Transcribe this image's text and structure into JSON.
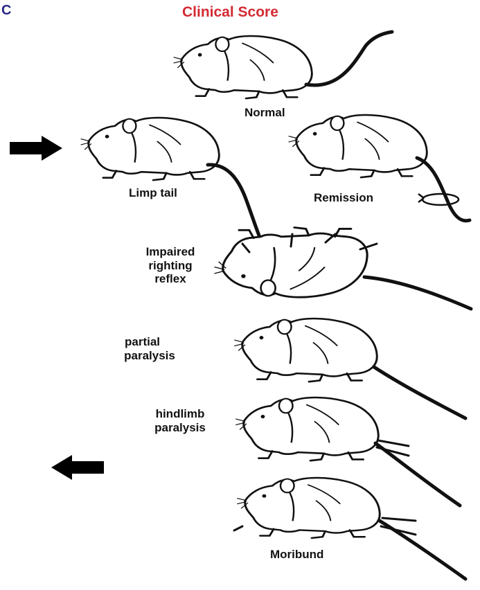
{
  "panel_letter": "C",
  "title": "Clinical Score",
  "stages": {
    "normal": "Normal",
    "limp_tail": "Limp tail",
    "remission": "Remission",
    "impaired_righting_line1": "Impaired",
    "impaired_righting_line2": "righting",
    "impaired_righting_line3": "reflex",
    "partial_line1": "partial",
    "partial_line2": "paralysis",
    "hindlimb_line1": "hindlimb",
    "hindlimb_line2": "paralysis",
    "moribund": "Moribund"
  },
  "colors": {
    "title": "#d42a33",
    "panel_letter": "#2a2a8c",
    "ink": "#111111"
  },
  "icons": {
    "right_arrow": "arrow-right-icon",
    "left_arrow": "arrow-left-icon",
    "rotation": "rotation-arrow-icon"
  }
}
